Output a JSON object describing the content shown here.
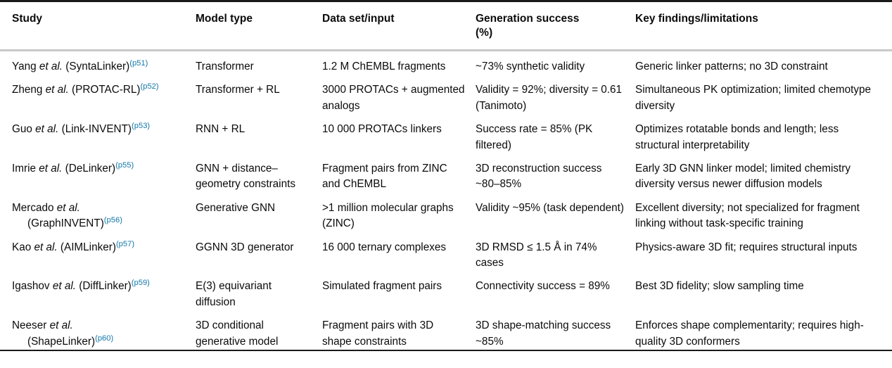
{
  "table": {
    "columns": [
      {
        "key": "study",
        "label": "Study"
      },
      {
        "key": "model",
        "label": "Model type"
      },
      {
        "key": "dataset",
        "label": "Data set/input"
      },
      {
        "key": "success",
        "label": "Generation success (%)"
      },
      {
        "key": "findings",
        "label": "Key findings/limitations"
      }
    ],
    "column_labels": {
      "study": "Study",
      "model": "Model type",
      "dataset": "Data set/input",
      "success_line1": "Generation success",
      "success_line2": "(%)",
      "findings": "Key findings/limitations"
    },
    "rows": [
      {
        "study_author": "Yang",
        "study_etal": "et al.",
        "study_tool": "(SyntaLinker)",
        "study_ref": "(p51)",
        "study_wraps": false,
        "model": "Transformer",
        "dataset": "1.2 M ChEMBL fragments",
        "success": "~73% synthetic validity",
        "findings": "Generic linker patterns; no 3D constraint"
      },
      {
        "study_author": "Zheng",
        "study_etal": "et al.",
        "study_tool": "(PROTAC-RL)",
        "study_ref": "(p52)",
        "study_wraps": false,
        "model": "Transformer + RL",
        "dataset": "3000 PROTACs + augmented analogs",
        "success": "Validity = 92%; diversity = 0.61 (Tanimoto)",
        "findings": "Simultaneous PK optimization; limited chemotype diversity"
      },
      {
        "study_author": "Guo",
        "study_etal": "et al.",
        "study_tool": "(Link-INVENT)",
        "study_ref": "(p53)",
        "study_wraps": false,
        "model": "RNN + RL",
        "dataset": "10 000 PROTACs linkers",
        "success": "Success rate = 85% (PK filtered)",
        "findings": "Optimizes rotatable bonds and length; less structural interpretability"
      },
      {
        "study_author": "Imrie",
        "study_etal": "et al.",
        "study_tool": "(DeLinker)",
        "study_ref": "(p55)",
        "study_wraps": false,
        "model": "GNN + distance–geometry constraints",
        "dataset": "Fragment pairs from ZINC and ChEMBL",
        "success": "3D reconstruction success ~80–85%",
        "findings": "Early 3D GNN linker model; limited chemistry diversity versus newer diffusion models"
      },
      {
        "study_author": "Mercado",
        "study_etal": "et al.",
        "study_tool": "(GraphINVENT)",
        "study_ref": "(p56)",
        "study_wraps": true,
        "model": "Generative GNN",
        "dataset": ">1 million molecular graphs (ZINC)",
        "success": "Validity ~95% (task dependent)",
        "findings": "Excellent diversity; not specialized for fragment linking without task-specific training"
      },
      {
        "study_author": "Kao",
        "study_etal": "et al.",
        "study_tool": "(AIMLinker)",
        "study_ref": "(p57)",
        "study_wraps": false,
        "model": "GGNN 3D generator",
        "dataset": "16 000 ternary complexes",
        "success": "3D RMSD ≤ 1.5 Å in 74% cases",
        "findings": "Physics-aware 3D fit; requires structural inputs"
      },
      {
        "study_author": "Igashov",
        "study_etal": "et al.",
        "study_tool": "(DiffLinker)",
        "study_ref": "(p59)",
        "study_wraps": false,
        "model": "E(3) equivariant diffusion",
        "dataset": "Simulated fragment pairs",
        "success": "Connectivity success = 89%",
        "findings": "Best 3D fidelity; slow sampling time"
      },
      {
        "study_author": "Neeser",
        "study_etal": "et al.",
        "study_tool": "(ShapeLinker)",
        "study_ref": "(p60)",
        "study_wraps": true,
        "model": "3D conditional generative model",
        "dataset": "Fragment pairs with 3D shape constraints",
        "success": "3D shape-matching success ~85%",
        "findings": "Enforces shape complementarity; requires high-quality 3D conformers"
      }
    ]
  },
  "colors": {
    "reference_link": "#1278a8",
    "text": "#0b0b0b",
    "rule_dark": "#1a1a1a",
    "rule_light": "#c9c9c9"
  }
}
